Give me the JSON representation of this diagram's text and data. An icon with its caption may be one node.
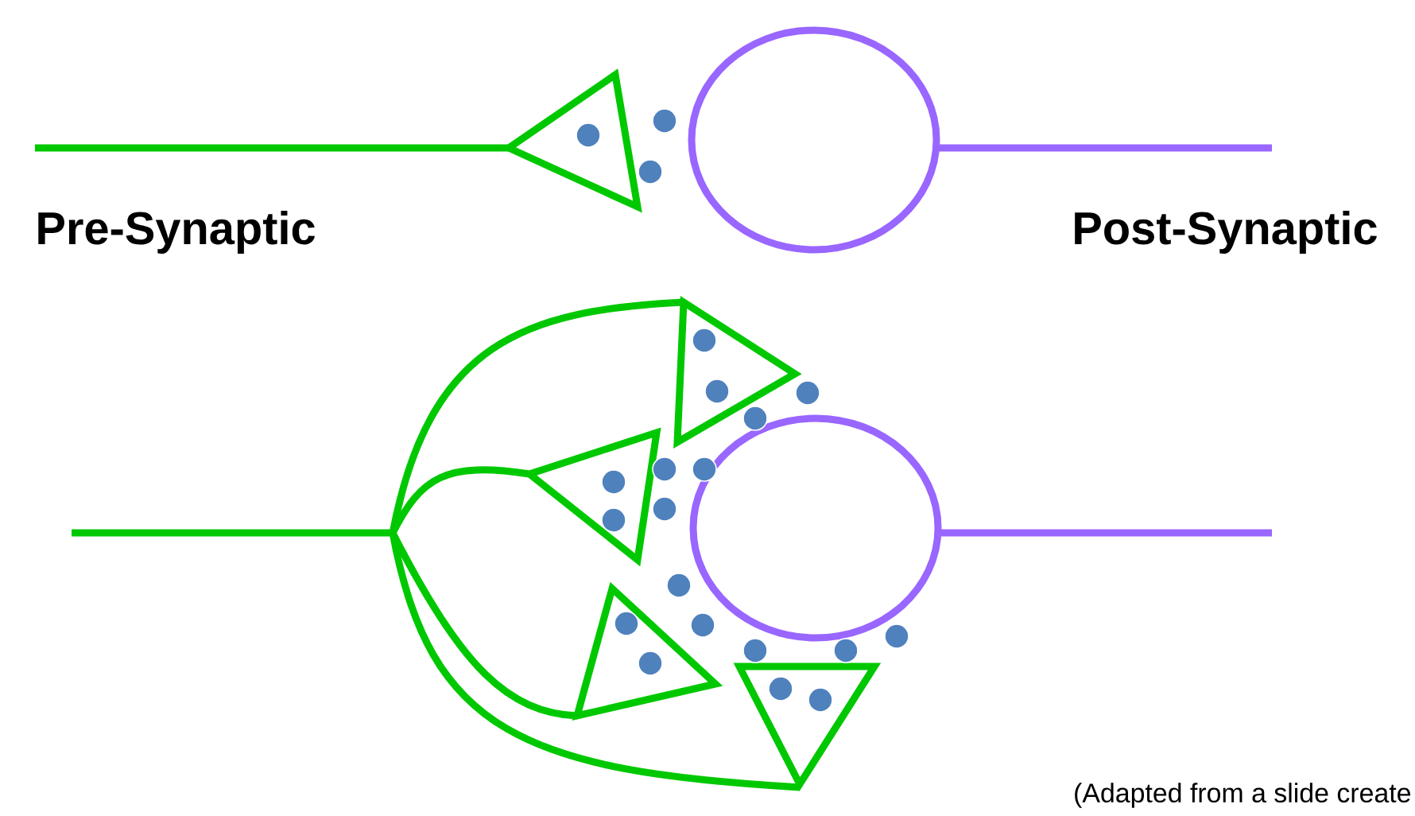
{
  "diagram": {
    "labels": [
      "Pre-Synaptic",
      "Post-Synaptic",
      "(Adapted from a slide create"
    ]
  }
}
